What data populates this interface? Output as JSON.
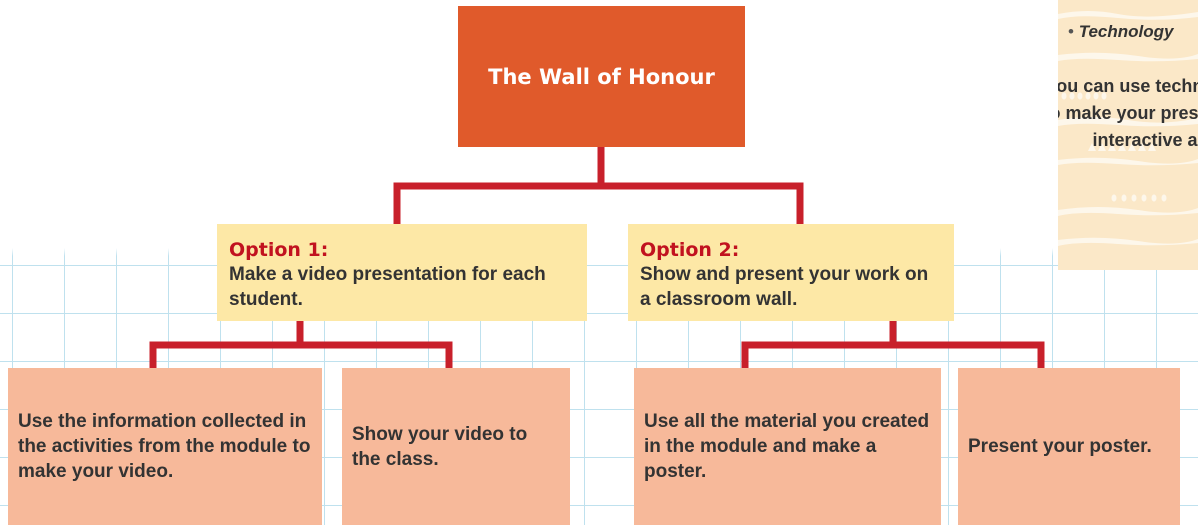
{
  "title": "The Wall of Honour",
  "options": [
    {
      "label": "Option 1:",
      "text": "Make a video presentation for each student.",
      "steps": [
        "Use the information collected in the activities from the module to make your video.",
        "Show your video to the class."
      ]
    },
    {
      "label": "Option 2:",
      "text": "Show and present your work on a classroom wall.",
      "steps": [
        "Use all the material you created in the module and make a poster.",
        "Present your poster."
      ]
    }
  ],
  "side_note": {
    "bullet": "Technology",
    "text": "You can use technologies to make your presentation interactive and"
  },
  "colors": {
    "title_box": "#e05a2b",
    "option_box": "#fde8a6",
    "option_label": "#c1121f",
    "step_box": "#f7b99a",
    "connector": "#c8202b",
    "grid": "#bfe1ee",
    "note_background": "#fbe8c8"
  }
}
